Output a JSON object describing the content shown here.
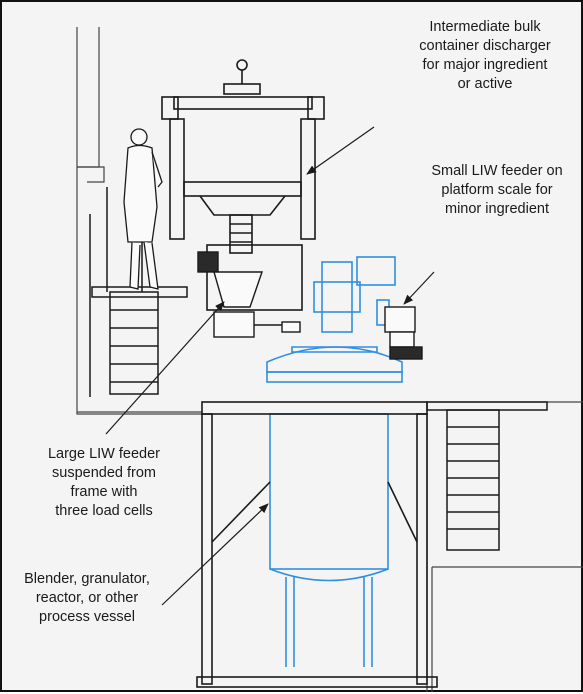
{
  "callouts": {
    "bulk_discharger": {
      "lines": [
        "Intermediate bulk",
        "container discharger",
        "for major ingredient",
        "or active"
      ]
    },
    "small_feeder": {
      "lines": [
        "Small LIW feeder on",
        "platform scale for",
        "minor ingredient"
      ]
    },
    "large_feeder": {
      "lines": [
        "Large LIW feeder",
        "suspended from",
        "frame with",
        "three load cells"
      ]
    },
    "process_vessel": {
      "lines": [
        "Blender, granulator,",
        "reactor, or other",
        "process vessel"
      ]
    }
  },
  "colors": {
    "line_art": "#1a1a1a",
    "blue_equipment": "#2f8fe0",
    "background": "#f4f4f4"
  }
}
